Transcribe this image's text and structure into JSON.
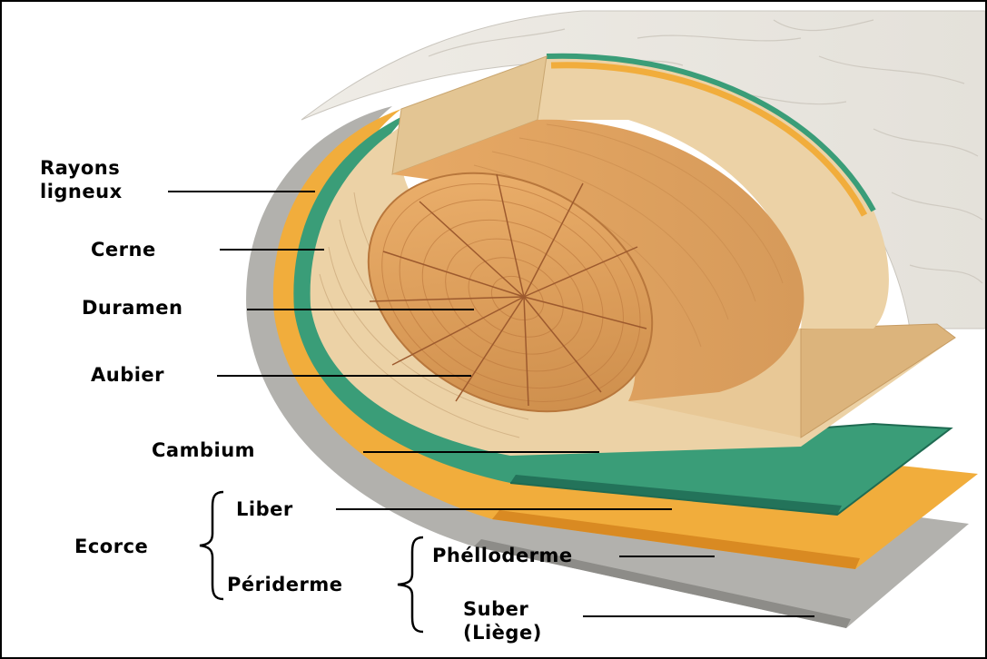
{
  "labels": {
    "rayons_line1": "Rayons",
    "rayons_line2": "ligneux",
    "cerne": "Cerne",
    "duramen": "Duramen",
    "aubier": "Aubier",
    "cambium": "Cambium",
    "liber": "Liber",
    "ecorce": "Ecorce",
    "periderme": "Périderme",
    "phelloderme": "Phélloderme",
    "suber_line1": "Suber",
    "suber_line2": "(Liège)"
  },
  "colors": {
    "bark_outer": "#e9e6e0",
    "cork": "#a9a8a4",
    "phloem": "#f1ad3c",
    "cambium": "#3a9d78",
    "sapwood": "#ecd2a6",
    "heartwood": "#d99a57",
    "ray_lines": "#9d5a2e"
  }
}
